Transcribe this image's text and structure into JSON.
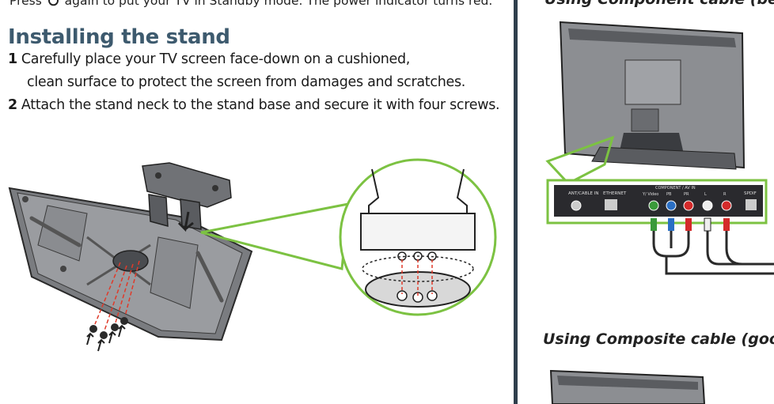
{
  "left": {
    "standby_text_before": "Press",
    "standby_text_after": "again to put your TV in Standby mode. The power indicator turns red.",
    "section_title": "Installing the stand",
    "steps": [
      {
        "num": "1",
        "line1": "Carefully place your TV screen face-down on a cushioned,",
        "line2": "clean surface to protect the screen from damages and scratches."
      },
      {
        "num": "2",
        "line1": "Attach the stand neck to the stand base and secure it with four screws."
      }
    ]
  },
  "right": {
    "heading_top": "Using Component cable (better)",
    "heading_composite": "Using Composite cable (good)",
    "panel": {
      "antenna_label": "ANT/CABLE IN",
      "ethernet_label": "ETHERNET",
      "component_label": "COMPONENT / AV IN",
      "spdif_label": "SPDIF",
      "jack_labels": [
        "Y/ Video",
        "PB",
        "PR",
        "L",
        "R"
      ]
    }
  },
  "colors": {
    "title": "#3d5a6e",
    "divider": "#2f3e4c",
    "callout_green": "#7cc242",
    "screw_line": "#e03a2a",
    "jack_green": "#3a9a3a",
    "jack_blue": "#2a6fc4",
    "jack_red": "#d42a2a"
  }
}
